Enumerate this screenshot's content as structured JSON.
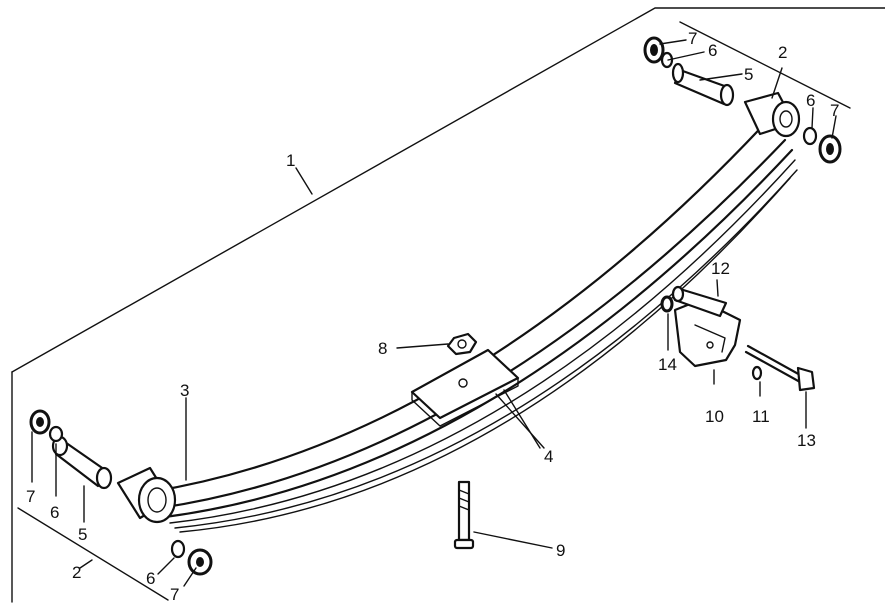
{
  "labels": {
    "l1": "1",
    "l2_top": "2",
    "l2_bottom": "2",
    "l3": "3",
    "l4": "4",
    "l5_top": "5",
    "l5_bottom": "5",
    "l6_top_left": "6",
    "l6_top_right": "6",
    "l6_bottom_left": "6",
    "l6_bottom_right": "6",
    "l7_top_left": "7",
    "l7_top_right": "7",
    "l7_bottom_left": "7",
    "l7_bottom_right": "7",
    "l8": "8",
    "l9": "9",
    "l10": "10",
    "l11": "11",
    "l12": "12",
    "l13": "13",
    "l14": "14"
  }
}
